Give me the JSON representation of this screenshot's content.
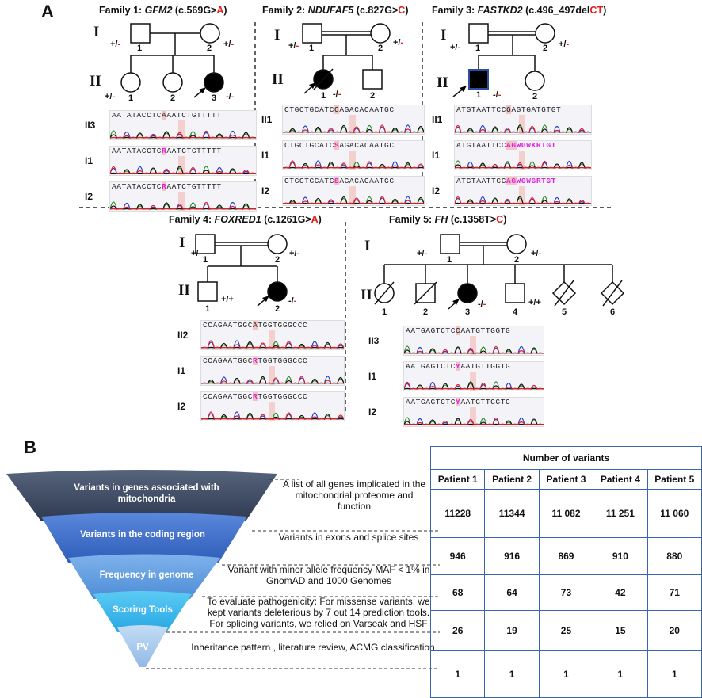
{
  "panelA": {
    "label": "A",
    "families": [
      {
        "prefix": "Family 1: ",
        "gene": "GFM2",
        "variant_pre": " (c.569G>",
        "variant_alt": "A",
        "variant_post": ")"
      },
      {
        "prefix": "Family 2: ",
        "gene": "NDUFAF5",
        "variant_pre": " (c.827G>",
        "variant_alt": "C",
        "variant_post": ")"
      },
      {
        "prefix": "Family 3: ",
        "gene": "FASTKD2",
        "variant_pre": " (c.496_497del",
        "variant_alt": "CT",
        "variant_post": ")"
      },
      {
        "prefix": "Family 4: ",
        "gene": "FOXRED1",
        "variant_pre": " (c.1261G>",
        "variant_alt": "A",
        "variant_post": ")"
      },
      {
        "prefix": "Family 5: ",
        "gene": "FH",
        "variant_pre": " (c.1358T>",
        "variant_alt": "C",
        "variant_post": ")"
      }
    ],
    "gen_I": "I",
    "gen_II": "II",
    "het": "+/",
    "het_minus": "-",
    "hom_pre": "-/",
    "hom_minus": "-",
    "wt": "+/+",
    "nums": [
      "1",
      "2",
      "3",
      "4",
      "5",
      "6"
    ],
    "f1": {
      "rows": [
        "II3",
        "I1",
        "I2"
      ],
      "seqs": [
        {
          "pre": "AATATACCTC",
          "mid": "A",
          "post": "AATCTGTTTTT"
        },
        {
          "pre": "AATATACCTC",
          "mid": "R",
          "post": "AATCTGTTTTT"
        },
        {
          "pre": "AATATACCTC",
          "mid": "R",
          "post": "AATCTGTTTTT"
        }
      ]
    },
    "f2": {
      "rows": [
        "II1",
        "I1",
        "I2"
      ],
      "seqs": [
        {
          "pre": "CTGCTGCATC",
          "mid": "C",
          "post": "AGACACAATGC"
        },
        {
          "pre": "CTGCTGCATC",
          "mid": "S",
          "post": "AGACACAATGC"
        },
        {
          "pre": "CTGCTGCATC",
          "mid": "S",
          "post": "AGACACAATGC"
        }
      ]
    },
    "f3": {
      "rows": [
        "II1",
        "I1",
        "I2"
      ],
      "seqs": [
        {
          "pre": "ATGTAATTCC",
          "mid": "G",
          "post": "AGTGATGTGT"
        },
        {
          "pre": "ATGTAATTCC",
          "mid": "AG",
          "post": "WGWKRTGT"
        },
        {
          "pre": "ATGTAATTCC",
          "mid": "AG",
          "post": "WGWGRTGT"
        }
      ]
    },
    "f4": {
      "rows": [
        "II2",
        "I1",
        "I2"
      ],
      "seqs": [
        {
          "pre": "CCAGAATGGC",
          "mid": "A",
          "post": "TGGTGGGCCC"
        },
        {
          "pre": "CCAGAATGGC",
          "mid": "R",
          "post": "TGGTGGGCCC"
        },
        {
          "pre": "CCAGAATGGC",
          "mid": "R",
          "post": "TGGTGGGCCC"
        }
      ]
    },
    "f5": {
      "rows": [
        "II3",
        "I1",
        "I2"
      ],
      "seqs": [
        {
          "pre": "AATGAGTCTC",
          "mid": "C",
          "post": "AATGTTGGTG"
        },
        {
          "pre": "AATGAGTCTC",
          "mid": "Y",
          "post": "AATGTTGGTG"
        },
        {
          "pre": "AATGAGTCTC",
          "mid": "Y",
          "post": "AATGTTGGTG"
        }
      ]
    }
  },
  "panelB": {
    "label": "B",
    "funnel": [
      {
        "label": "Variants in genes associated with mitochondria"
      },
      {
        "label": "Variants in the coding region"
      },
      {
        "label": "Frequency in genome"
      },
      {
        "label": "Scoring Tools"
      },
      {
        "label": "PV"
      }
    ],
    "descriptions": [
      "A list of all genes implicated in the mitochondrial proteome and function",
      "Variants in exons and splice sites",
      "Variant with minor allele frequency MAF < 1% in GnomAD and 1000  Genomes",
      "To evaluate pathogenicity: For missense variants, we kept variants deleterious by 7 out 14 prediction tools. For splicing variants, we relied on Varseak and HSF",
      "Inheritance pattern , literature review, ACMG classification"
    ],
    "table": {
      "title": "Number of variants",
      "headers": [
        "Patient 1",
        "Patient 2",
        "Patient 3",
        "Patient 4",
        "Patient 5"
      ],
      "rows": [
        [
          "11228",
          "11344",
          "11 082",
          "11 251",
          "11 060"
        ],
        [
          "946",
          "916",
          "869",
          "910",
          "880"
        ],
        [
          "68",
          "64",
          "73",
          "42",
          "71"
        ],
        [
          "26",
          "19",
          "25",
          "15",
          "20"
        ],
        [
          "1",
          "1",
          "1",
          "1",
          "1"
        ]
      ]
    },
    "colors": {
      "funnel": [
        "#3b4a62",
        "#3f6ec6",
        "#5e9ae0",
        "#3cb4ea",
        "#a8c9ec"
      ],
      "table_border": "#3a64b0"
    }
  }
}
